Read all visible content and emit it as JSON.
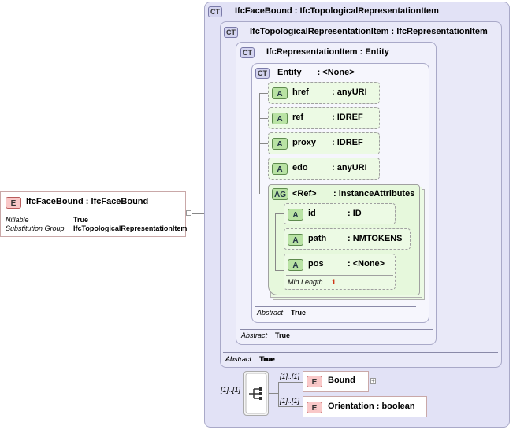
{
  "root": {
    "badge": "E",
    "name": "IfcFaceBound",
    "type": "IfcFaceBound",
    "props": [
      {
        "label": "Nillable",
        "value": "True"
      },
      {
        "label": "Substitution Group",
        "value": "IfcTopologicalRepresentationItem"
      }
    ]
  },
  "ct_face_bound": {
    "badge": "CT",
    "name": "IfcFaceBound",
    "type": "IfcTopologicalRepresentationItem"
  },
  "ct_topological": {
    "badge": "CT",
    "name": "IfcTopologicalRepresentationItem",
    "type": "IfcRepresentationItem",
    "abstract_label": "Abstract",
    "abstract_value": "True"
  },
  "ct_representation": {
    "badge": "CT",
    "name": "IfcRepresentationItem",
    "type": "Entity",
    "abstract_label": "Abstract",
    "abstract_value": "True"
  },
  "ct_entity": {
    "badge": "CT",
    "name": "Entity",
    "type": "<None>",
    "abstract_label": "Abstract",
    "abstract_value": "True"
  },
  "attributes": [
    {
      "badge": "A",
      "name": "href",
      "type": "anyURI"
    },
    {
      "badge": "A",
      "name": "ref",
      "type": "IDREF"
    },
    {
      "badge": "A",
      "name": "proxy",
      "type": "IDREF"
    },
    {
      "badge": "A",
      "name": "edo",
      "type": "anyURI"
    }
  ],
  "attribute_group": {
    "badge": "AG",
    "name": "<Ref>",
    "type": "instanceAttributes",
    "attributes": [
      {
        "badge": "A",
        "name": "id",
        "type": "ID"
      },
      {
        "badge": "A",
        "name": "path",
        "type": "NMTOKENS"
      },
      {
        "badge": "A",
        "name": "pos",
        "type": "<None>",
        "facet_label": "Min Length",
        "facet_value": "1"
      }
    ]
  },
  "face_bound_abstract": {
    "label": "Abstract",
    "value": "True"
  },
  "sequence": {
    "multiplicity": "[1]..[1]",
    "elements": [
      {
        "badge": "E",
        "name": "Bound",
        "type": "",
        "multiplicity": "[1]..[1]"
      },
      {
        "badge": "E",
        "name": "Orientation",
        "type": "boolean",
        "multiplicity": "[1]..[1]"
      }
    ]
  },
  "colors": {
    "complex_type": "#e2e2f6",
    "attribute": "#ecfae4",
    "element": "#f9c8c8"
  }
}
